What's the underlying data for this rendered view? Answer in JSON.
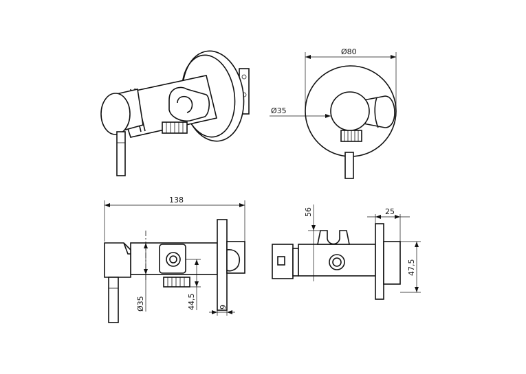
{
  "dimensions": {
    "diameter_80": "Ø80",
    "diameter_35_front": "Ø35",
    "length_138": "138",
    "diameter_35_side": "Ø35",
    "height_44_5": "44,5",
    "depth_9": "9",
    "offset_56": "56",
    "depth_25": "25",
    "height_47_5": "47,5"
  },
  "views": [
    "isometric",
    "front",
    "side",
    "top"
  ]
}
